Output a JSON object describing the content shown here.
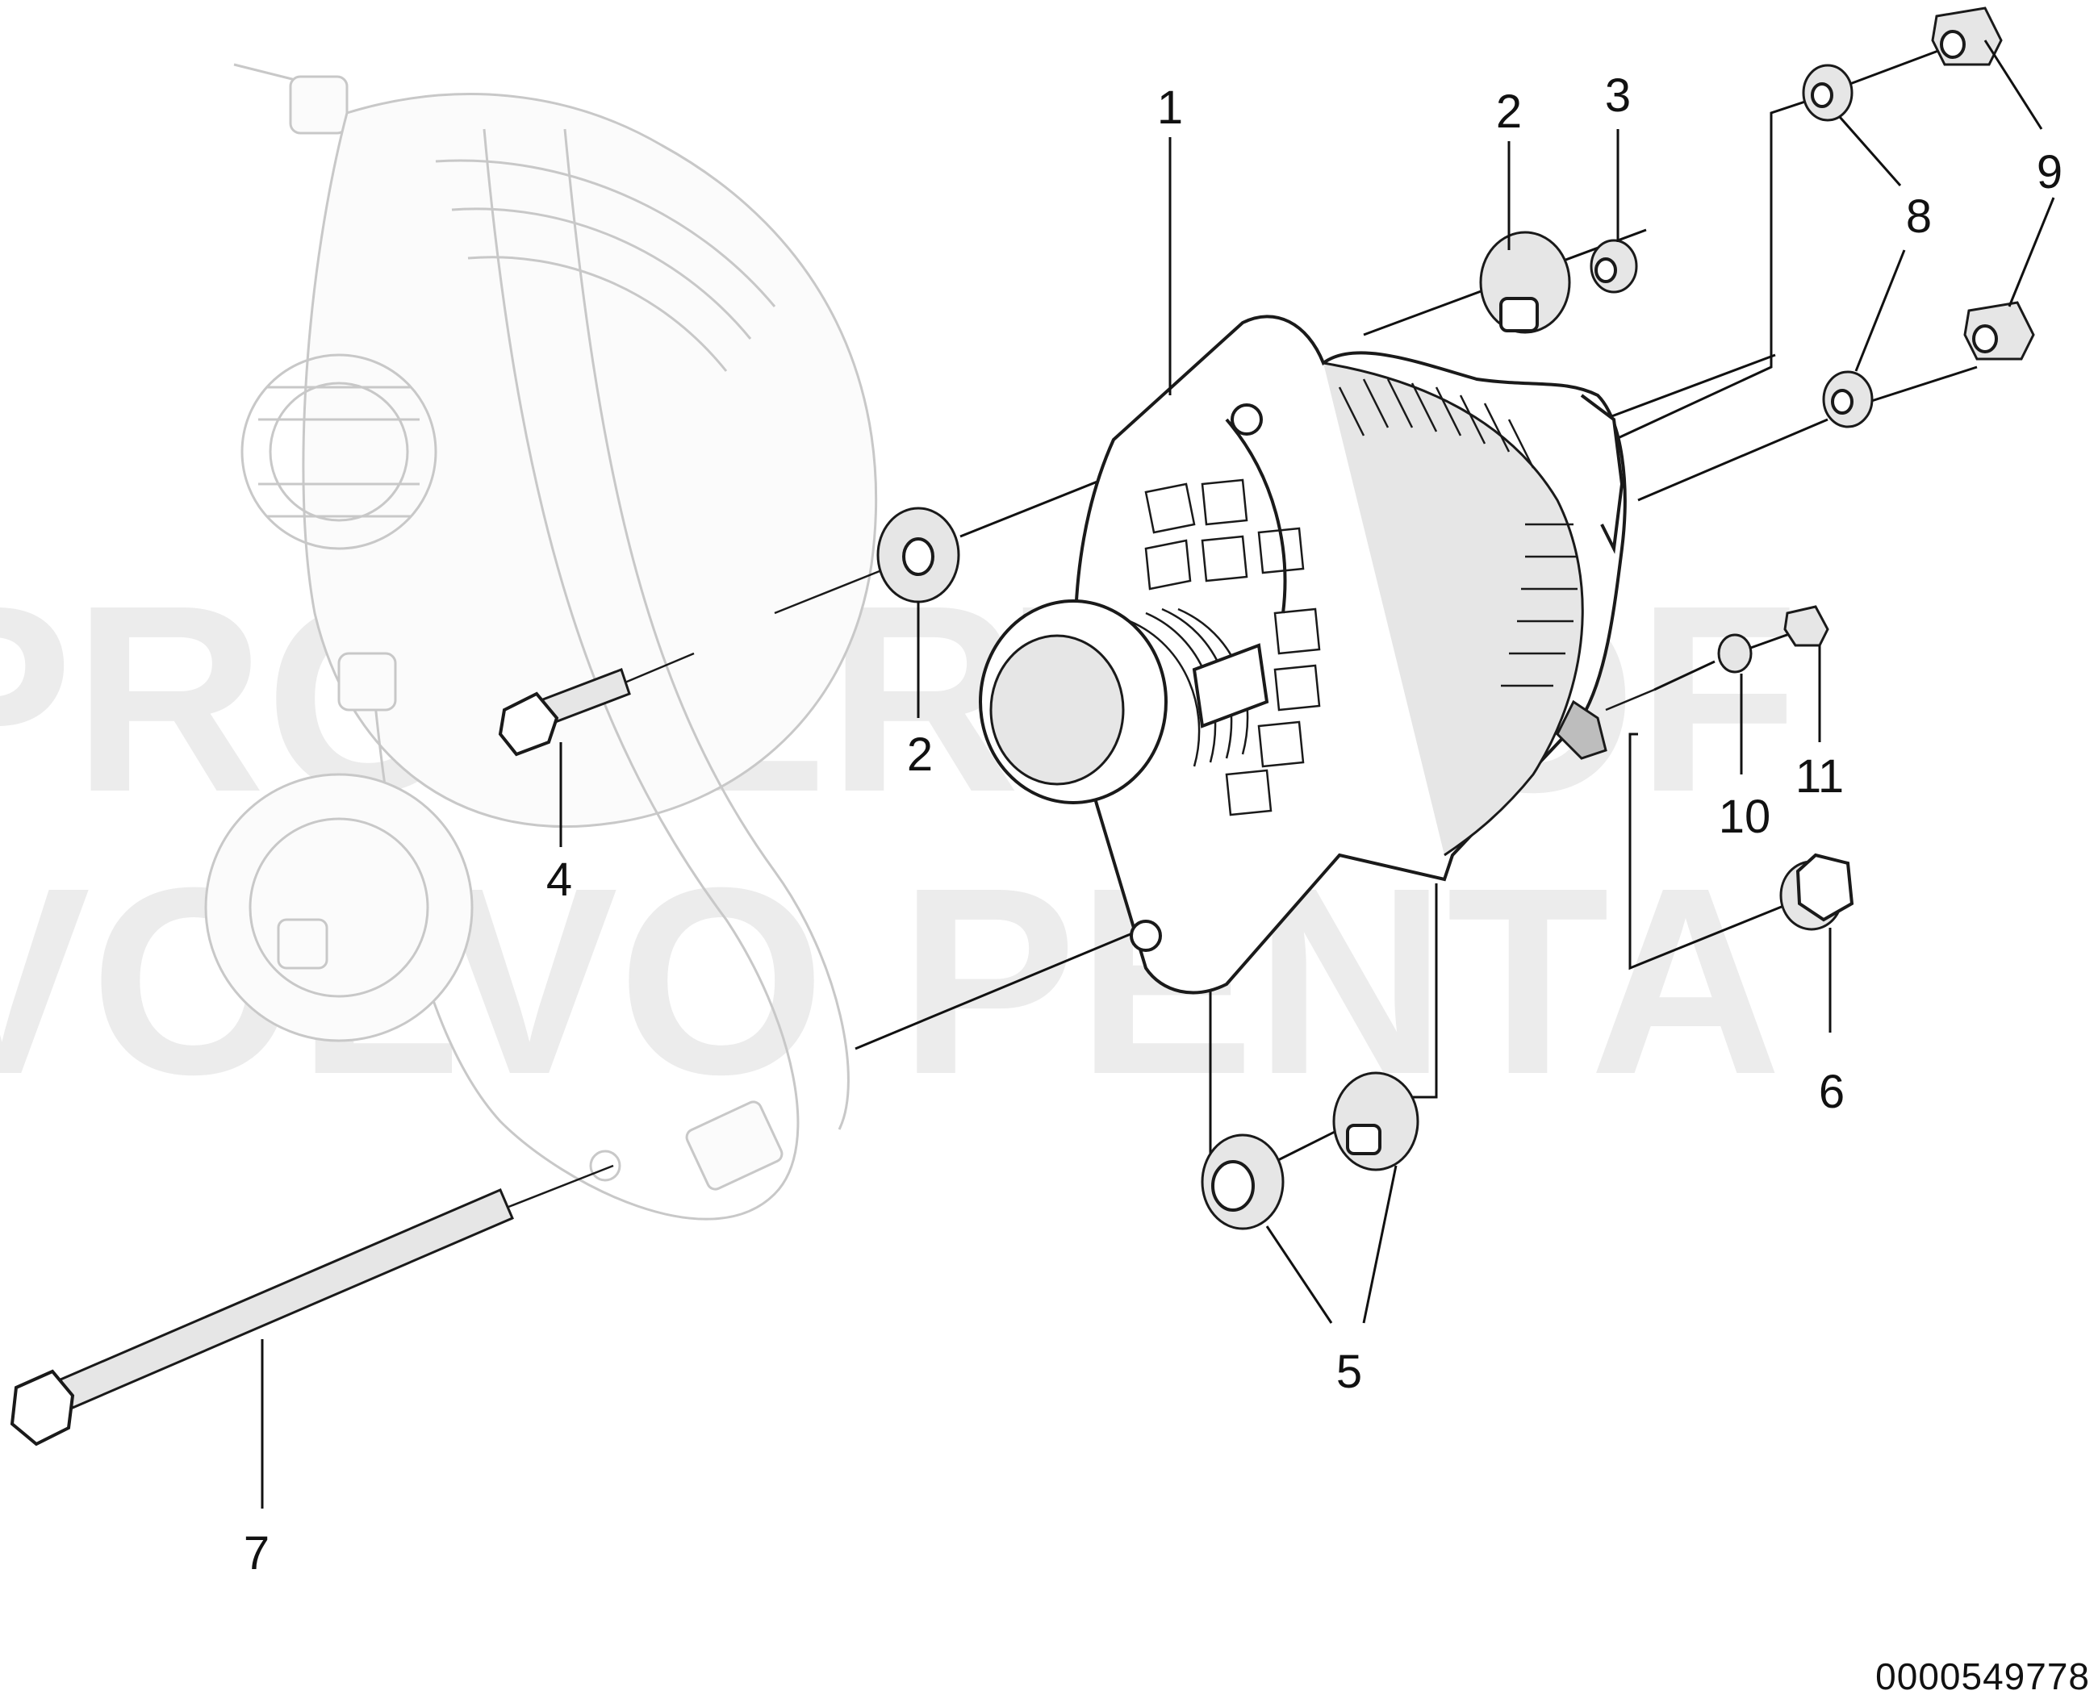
{
  "diagram": {
    "document_number": "0000549778",
    "watermark": {
      "line1": "PROPERTY OF",
      "line2": "VOLVO PENTA"
    },
    "callouts": [
      {
        "id": "c1",
        "label": "1"
      },
      {
        "id": "c2a",
        "label": "2"
      },
      {
        "id": "c2b",
        "label": "2"
      },
      {
        "id": "c3",
        "label": "3"
      },
      {
        "id": "c4",
        "label": "4"
      },
      {
        "id": "c5",
        "label": "5"
      },
      {
        "id": "c6",
        "label": "6"
      },
      {
        "id": "c7",
        "label": "7"
      },
      {
        "id": "c8",
        "label": "8"
      },
      {
        "id": "c9",
        "label": "9"
      },
      {
        "id": "c10",
        "label": "10"
      },
      {
        "id": "c11",
        "label": "11"
      }
    ]
  }
}
